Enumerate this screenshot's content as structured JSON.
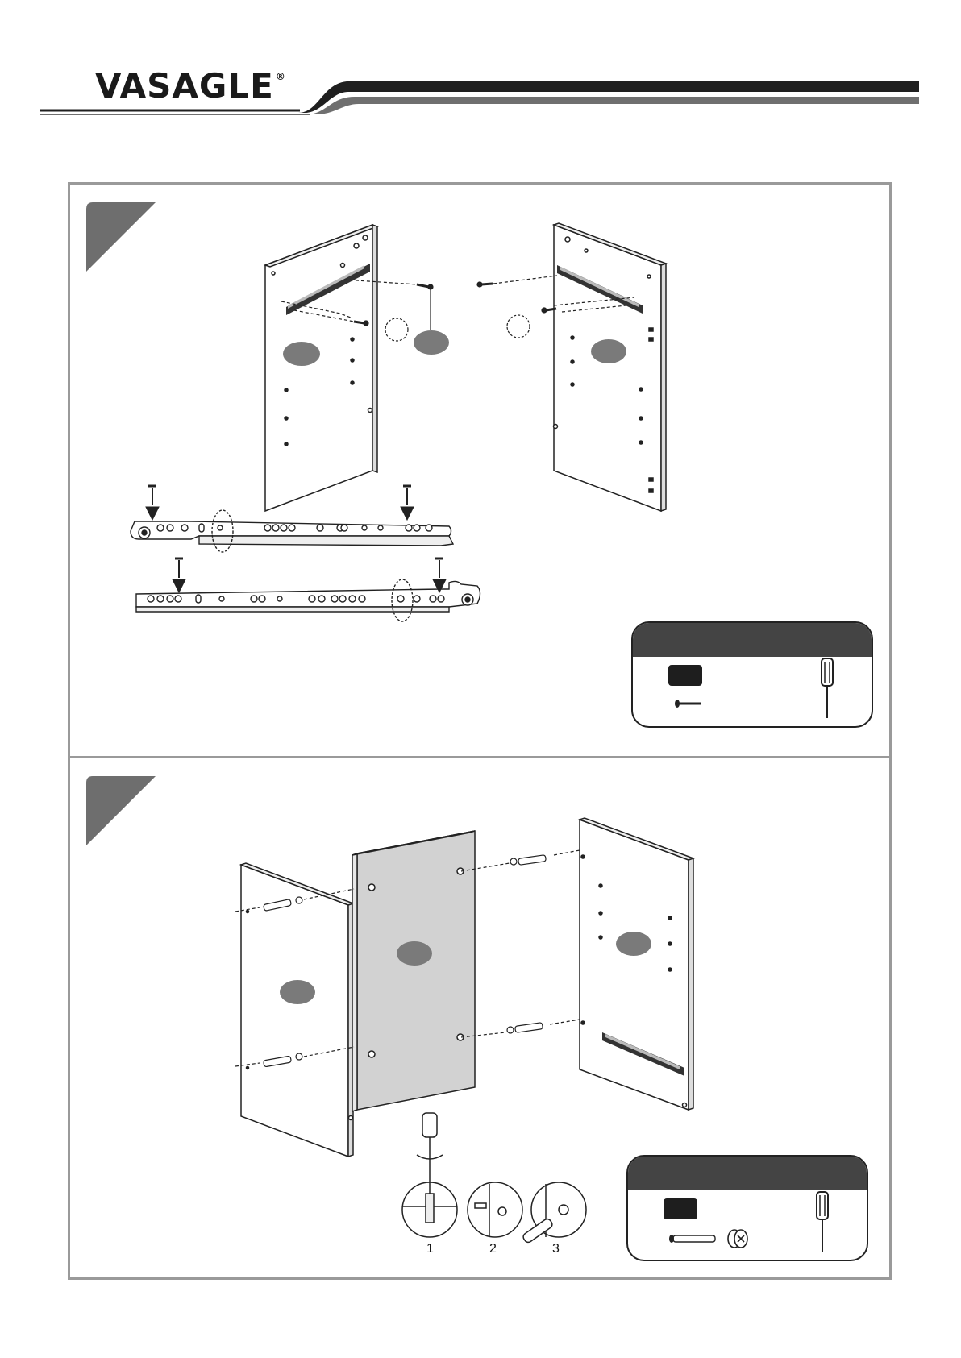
{
  "brand": {
    "name": "VASAGLE",
    "mark": "®"
  },
  "step2": {
    "sub_steps": [
      "1",
      "2",
      "3"
    ]
  },
  "colors": {
    "panel_border": "#9a9a9a",
    "step_tab": "#6e6e6e",
    "parts_header": "#444444",
    "part_label": "#7a7a7a",
    "back_panel": "#d2d2d2",
    "header_stripe_dark": "#1f1f1f",
    "header_stripe_gray": "#6f6f6f"
  },
  "icons": [
    "screw-icon",
    "screwdriver-icon",
    "cam-bolt-icon",
    "cam-lock-icon",
    "drawer-slide-icon"
  ]
}
